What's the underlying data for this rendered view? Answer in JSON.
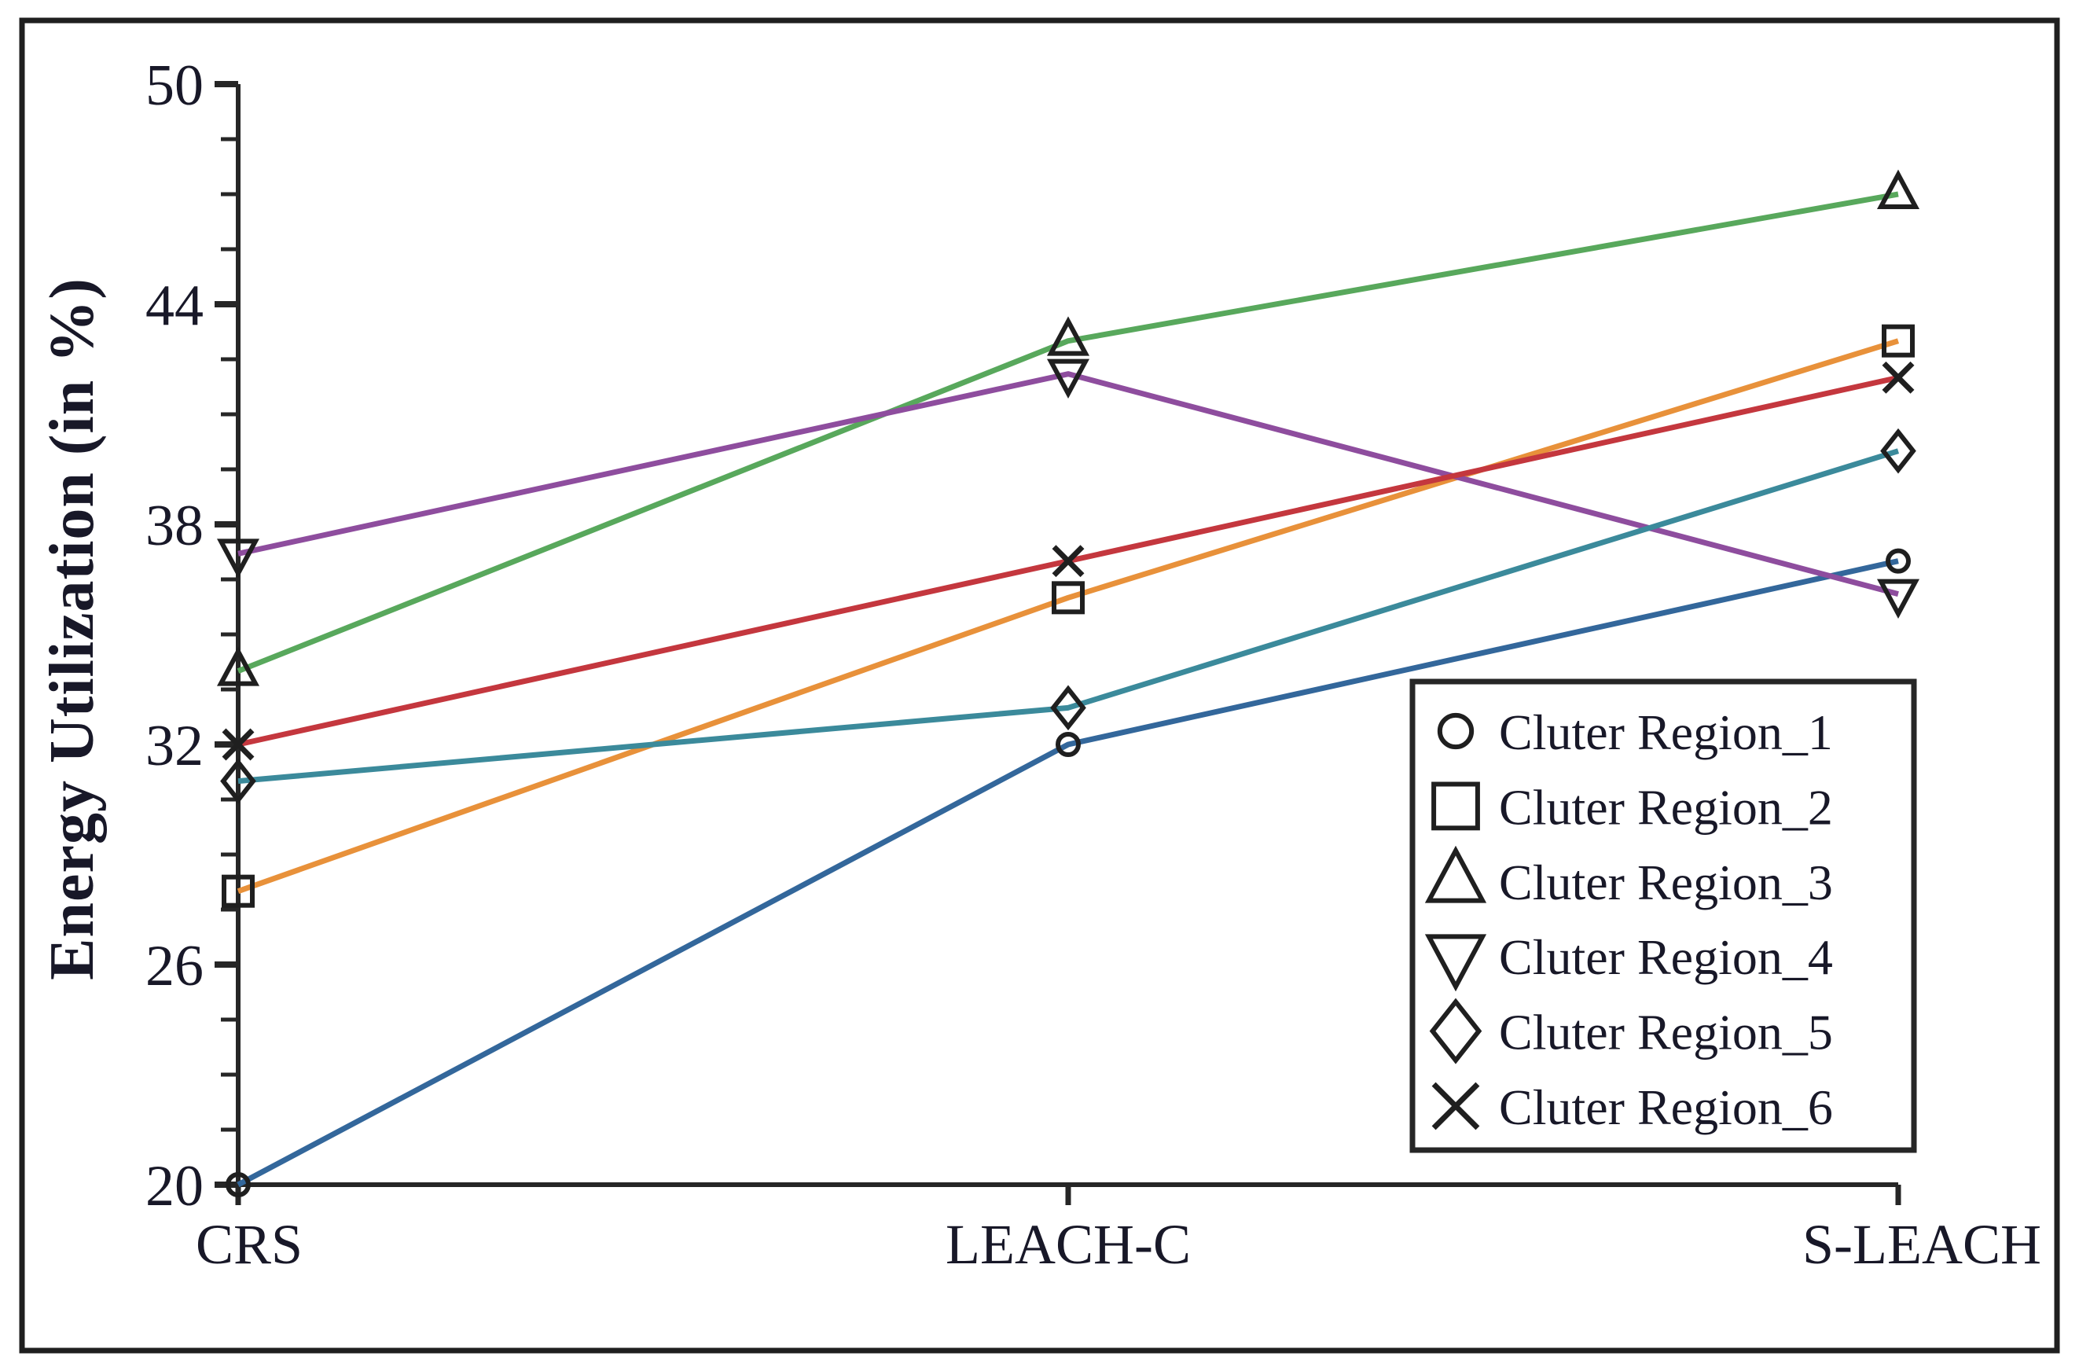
{
  "figure": {
    "border_color": "#1f1f1f",
    "background": "#ffffff",
    "axis_color": "#262626",
    "text_color": "#181828"
  },
  "chart_data": {
    "type": "line",
    "title": "",
    "xlabel": "",
    "ylabel": "Energy Utilization (in %)",
    "categories": [
      "CRS",
      "LEACH-C",
      "S-LEACH"
    ],
    "ylim": [
      20,
      50
    ],
    "y_major_ticks": [
      50,
      44,
      38,
      32,
      26,
      20
    ],
    "y_minor_step": 1.5,
    "grid": false,
    "legend_position": "lower-right",
    "series": [
      {
        "name": "Cluter Region_1",
        "marker": "circle",
        "color": "#33679B",
        "values": [
          20.0,
          32.0,
          37.0
        ]
      },
      {
        "name": "Cluter Region_2",
        "marker": "square",
        "color": "#E8913A",
        "values": [
          28.0,
          36.0,
          43.0
        ]
      },
      {
        "name": "Cluter Region_3",
        "marker": "triangle-up",
        "color": "#58A85C",
        "values": [
          34.0,
          43.0,
          47.0
        ]
      },
      {
        "name": "Cluter Region_4",
        "marker": "triangle-down",
        "color": "#8E4D9E",
        "values": [
          37.2,
          42.1,
          36.1
        ]
      },
      {
        "name": "Cluter Region_5",
        "marker": "diamond",
        "color": "#3B8A9B",
        "values": [
          31.0,
          33.0,
          40.0
        ]
      },
      {
        "name": "Cluter Region_6",
        "marker": "x",
        "color": "#C4373E",
        "values": [
          32.0,
          37.0,
          42.0
        ]
      }
    ]
  }
}
